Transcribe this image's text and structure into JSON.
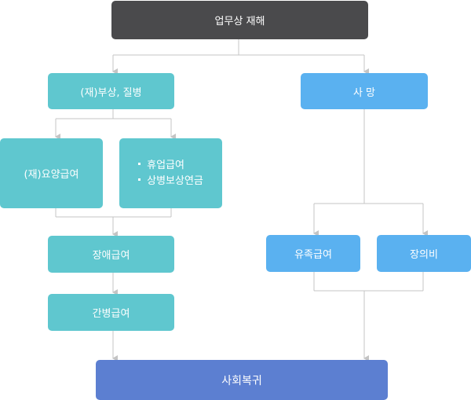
{
  "nodes": {
    "top": "업무상 재해",
    "injury": "(재)부상, 질병",
    "death": "사 망",
    "medical": "(재)요양급여",
    "leave": [
      "휴업급여",
      "상병보상연금"
    ],
    "disability": "장애급여",
    "nursing": "간병급여",
    "survivor": "유족급여",
    "funeral": "장의비",
    "rehab": "사회복귀"
  },
  "colors": {
    "dark": "#4a4a4c",
    "teal": "#5fc7cf",
    "blue": "#5ab1f0",
    "navy": "#5c7fd1",
    "line": "#c4c4c4"
  }
}
